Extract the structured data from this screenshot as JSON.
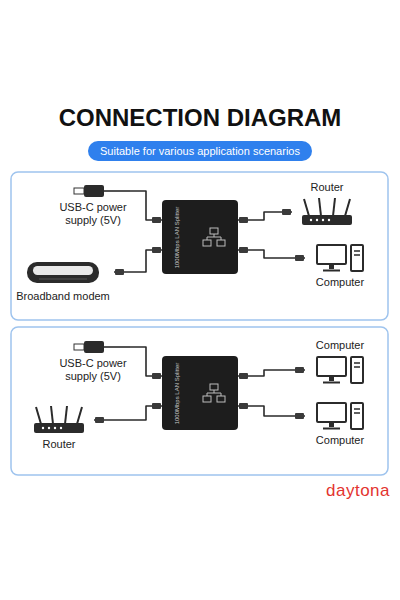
{
  "diagram": {
    "title": "CONNECTION DIAGRAM",
    "nodes": [
      {
        "text": [
          "Suitable for various application scenarios"
        ]
      },
      {
        "text": [
          "USB-C power supply (5V)"
        ]
      },
      {
        "text": [
          "Router"
        ]
      },
      {
        "text": [
          "1000Mbps LAN Splitter"
        ]
      },
      {
        "text": [
          "Computer"
        ]
      },
      {
        "text": [
          "Broadband modem"
        ]
      },
      {
        "text": [
          "USB-C power supply (5V)"
        ]
      },
      {
        "text": [
          "Computer"
        ]
      },
      {
        "text": [
          "1000Mbps LAN Splitter"
        ]
      },
      {
        "text": [
          "Router"
        ]
      },
      {
        "text": [
          "Computer"
        ]
      }
    ],
    "edges": [
      {
        "from": 1,
        "to": 3,
        "arrow": "none"
      },
      {
        "from": 5,
        "to": 3,
        "arrow": "none"
      },
      {
        "from": 3,
        "to": 2,
        "arrow": "none"
      },
      {
        "from": 3,
        "to": 4,
        "arrow": "none"
      },
      {
        "from": 6,
        "to": 8,
        "arrow": "none"
      },
      {
        "from": 9,
        "to": 8,
        "arrow": "none"
      },
      {
        "from": 8,
        "to": 7,
        "arrow": "none"
      },
      {
        "from": 8,
        "to": 10,
        "arrow": "none"
      }
    ],
    "labels": [
      "daytona"
    ]
  }
}
